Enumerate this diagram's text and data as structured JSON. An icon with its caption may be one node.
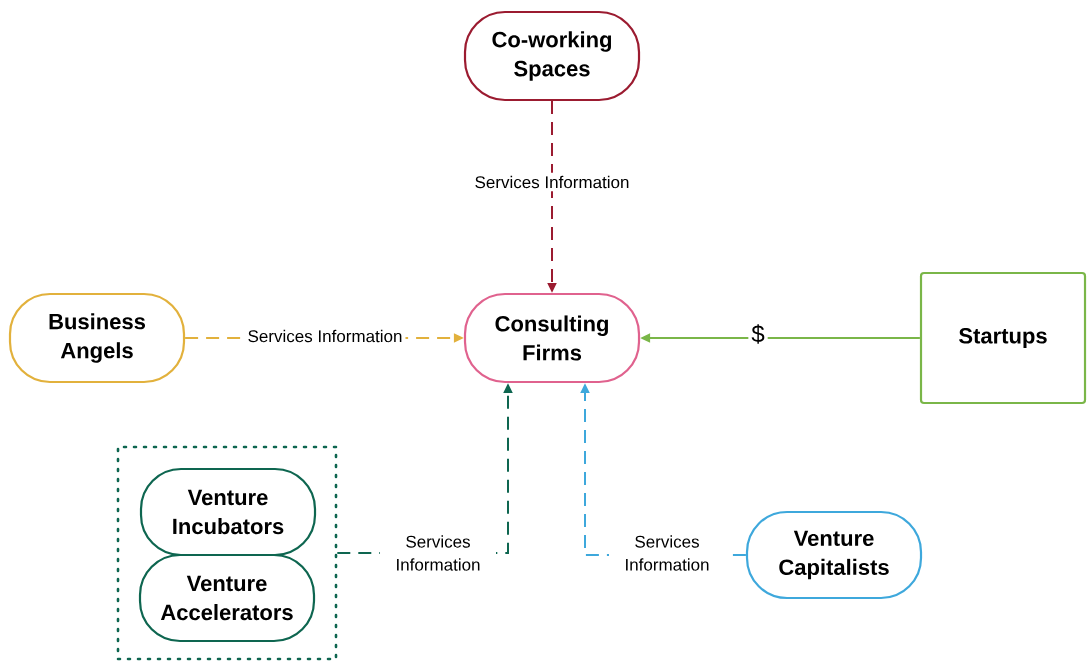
{
  "diagram": {
    "nodes": [
      {
        "text": [
          "Co-working Spaces"
        ]
      },
      {
        "text": [
          "Business Angels"
        ]
      },
      {
        "text": [
          "Consulting Firms"
        ]
      },
      {
        "text": [
          "Startups"
        ]
      },
      {
        "text": [],
        "shape": "box"
      },
      {
        "text": [
          "Venture Incubators"
        ],
        "in": 4
      },
      {
        "text": [
          "Venture Accelerators"
        ],
        "in": 4
      },
      {
        "text": [
          "Venture Capitalists"
        ]
      }
    ],
    "edges": [
      {
        "from": 0,
        "to": 2,
        "arrow": "to",
        "label": "Services Information",
        "style": "dashed",
        "color": "#9b1b30"
      },
      {
        "from": 1,
        "to": 2,
        "arrow": "to",
        "label": "Services Information",
        "style": "dashed",
        "color": "#e2b13c"
      },
      {
        "from": 3,
        "to": 2,
        "arrow": "to",
        "label": "$",
        "color": "#7ab648"
      },
      {
        "from": 4,
        "to": 2,
        "arrow": "to",
        "label": "Services Information",
        "style": "dashed",
        "color": "#0e6650"
      },
      {
        "from": 7,
        "to": 2,
        "arrow": "to",
        "label": "Services Information",
        "style": "dashed",
        "color": "#3ea8dc"
      }
    ]
  }
}
